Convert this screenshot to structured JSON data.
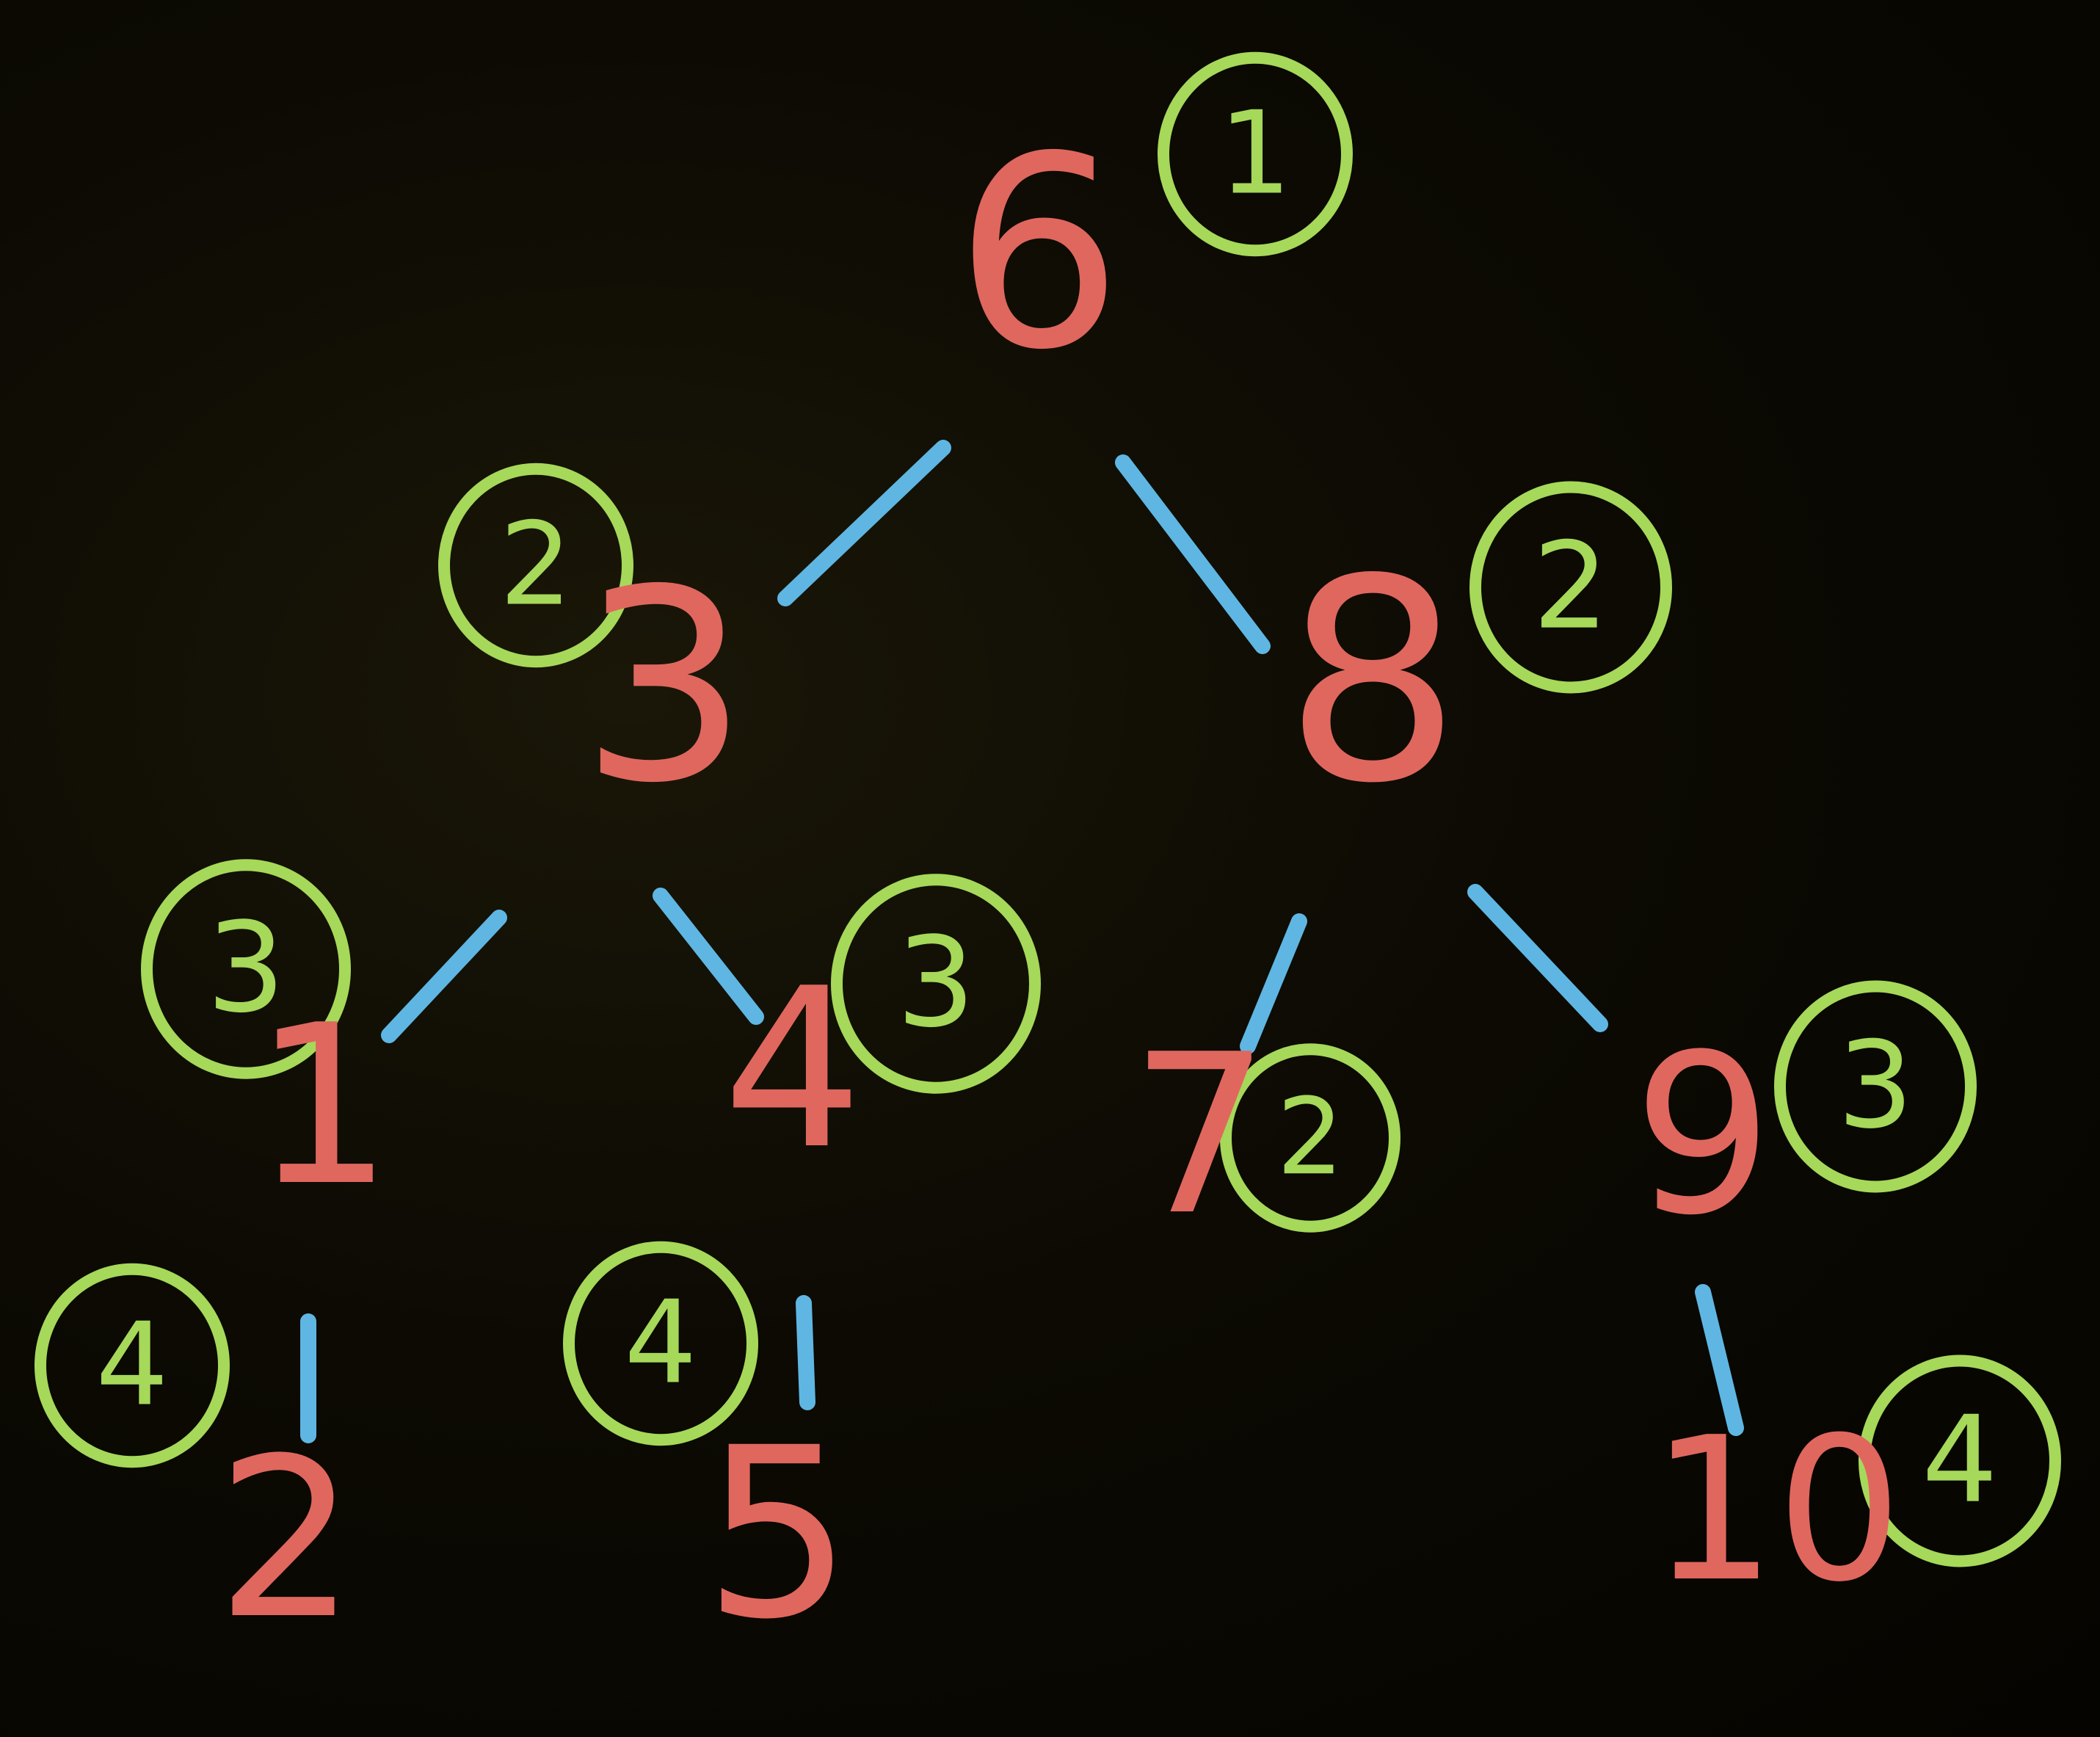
{
  "diagram": {
    "type": "binary-search-tree",
    "colors": {
      "node_value": "#e0675e",
      "level_label": "#a6d85a",
      "edge": "#5fb6e2",
      "background": "#070600"
    },
    "nodes": [
      {
        "id": "n6",
        "value": "6",
        "level": "1"
      },
      {
        "id": "n3",
        "value": "3",
        "level": "2"
      },
      {
        "id": "n8",
        "value": "8",
        "level": "2"
      },
      {
        "id": "n1",
        "value": "1",
        "level": "3"
      },
      {
        "id": "n4",
        "value": "4",
        "level": "3"
      },
      {
        "id": "n7",
        "value": "7",
        "level": "2"
      },
      {
        "id": "n9",
        "value": "9",
        "level": "3"
      },
      {
        "id": "n2",
        "value": "2",
        "level": "4"
      },
      {
        "id": "n5",
        "value": "5",
        "level": "4"
      },
      {
        "id": "n10",
        "value": "10",
        "level": "4"
      }
    ],
    "edges": [
      {
        "from": "n6",
        "to": "n3"
      },
      {
        "from": "n6",
        "to": "n8"
      },
      {
        "from": "n3",
        "to": "n1"
      },
      {
        "from": "n3",
        "to": "n4"
      },
      {
        "from": "n8",
        "to": "n7"
      },
      {
        "from": "n8",
        "to": "n9"
      },
      {
        "from": "n1",
        "to": "n2"
      },
      {
        "from": "n4",
        "to": "n5"
      },
      {
        "from": "n9",
        "to": "n10"
      }
    ]
  }
}
